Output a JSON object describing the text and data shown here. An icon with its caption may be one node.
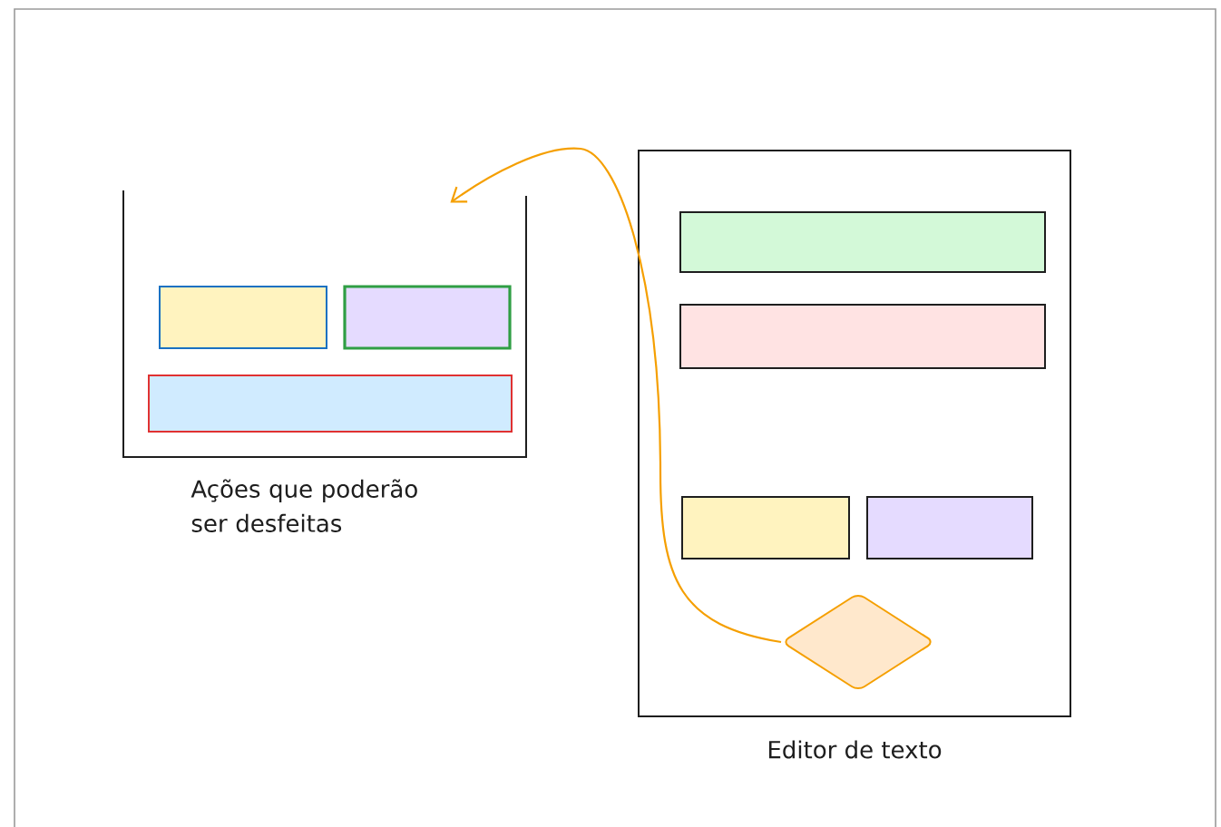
{
  "diagram": {
    "nodes": [
      {
        "text": [
          "Ações que poderão ser desfeitas"
        ]
      },
      {
        "text": [],
        "shape": "box",
        "in": 0
      },
      {
        "text": [],
        "shape": "box",
        "in": 0
      },
      {
        "text": [],
        "shape": "box",
        "in": 0
      },
      {
        "text": [
          "Editor de texto"
        ]
      },
      {
        "text": [],
        "shape": "box",
        "in": 4
      },
      {
        "text": [],
        "shape": "box",
        "in": 4
      },
      {
        "text": [],
        "shape": "box",
        "in": 4
      },
      {
        "text": [],
        "shape": "box",
        "in": 4
      },
      {
        "text": [],
        "shape": "diamond",
        "in": 4
      }
    ],
    "edges": [
      {
        "from": 9,
        "to": 0,
        "arrow": "to",
        "color": "#f59f00"
      }
    ]
  }
}
